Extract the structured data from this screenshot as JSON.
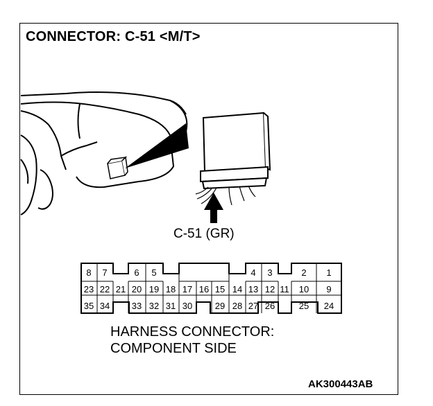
{
  "title": "CONNECTOR: C-51 <M/T>",
  "connector_label": "C-51 (GR)",
  "harness_label_line1": "HARNESS CONNECTOR:",
  "harness_label_line2": "COMPONENT SIDE",
  "figure_code": "AK300443AB",
  "pins": {
    "row1": [
      "8",
      "7",
      "6",
      "5",
      "4",
      "3",
      "2",
      "1"
    ],
    "row2": [
      "23",
      "22",
      "21",
      "20",
      "19",
      "18",
      "17",
      "16",
      "15",
      "14",
      "13",
      "12",
      "11",
      "10",
      "9"
    ],
    "row3": [
      "35",
      "34",
      "33",
      "32",
      "31",
      "30",
      "29",
      "28",
      "27",
      "26",
      "25",
      "24"
    ]
  }
}
